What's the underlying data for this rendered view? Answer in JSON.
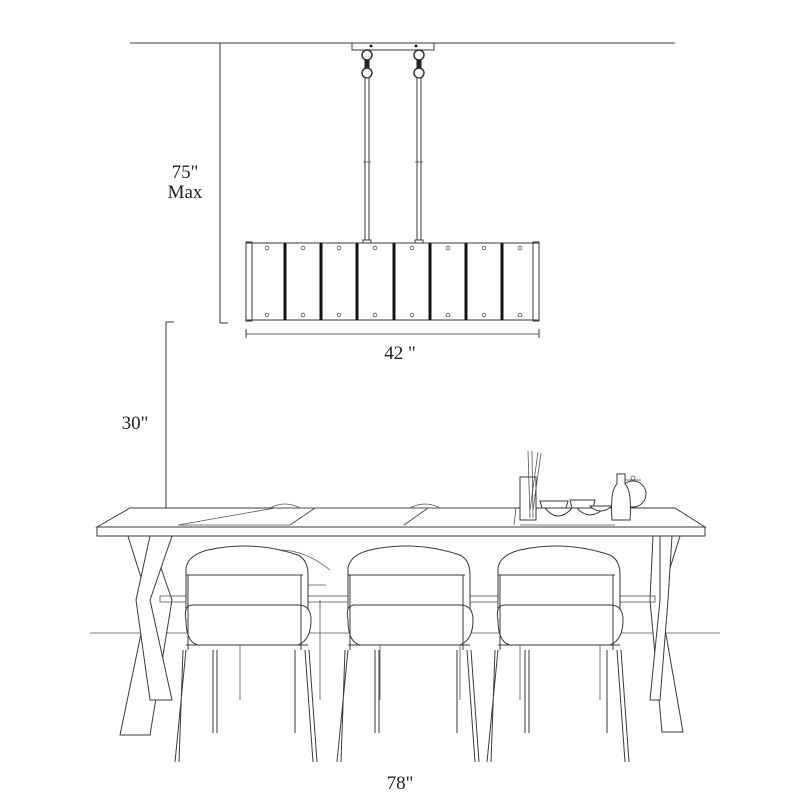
{
  "diagram": {
    "subject": "Linear pendant chandelier over dining table",
    "dimensions": {
      "overall_height": {
        "value": "75\"",
        "qualifier": "Max"
      },
      "fixture_width": {
        "value": "42 \""
      },
      "table_clearance": {
        "value": "30\""
      },
      "table_length": {
        "value": "78\""
      }
    },
    "fixture": {
      "panel_count": 8,
      "rod_count": 2
    },
    "scene": {
      "chairs_front": 3,
      "chairs_back": 3
    },
    "colors": {
      "line": "#3a3a3a",
      "background": "#ffffff"
    }
  }
}
